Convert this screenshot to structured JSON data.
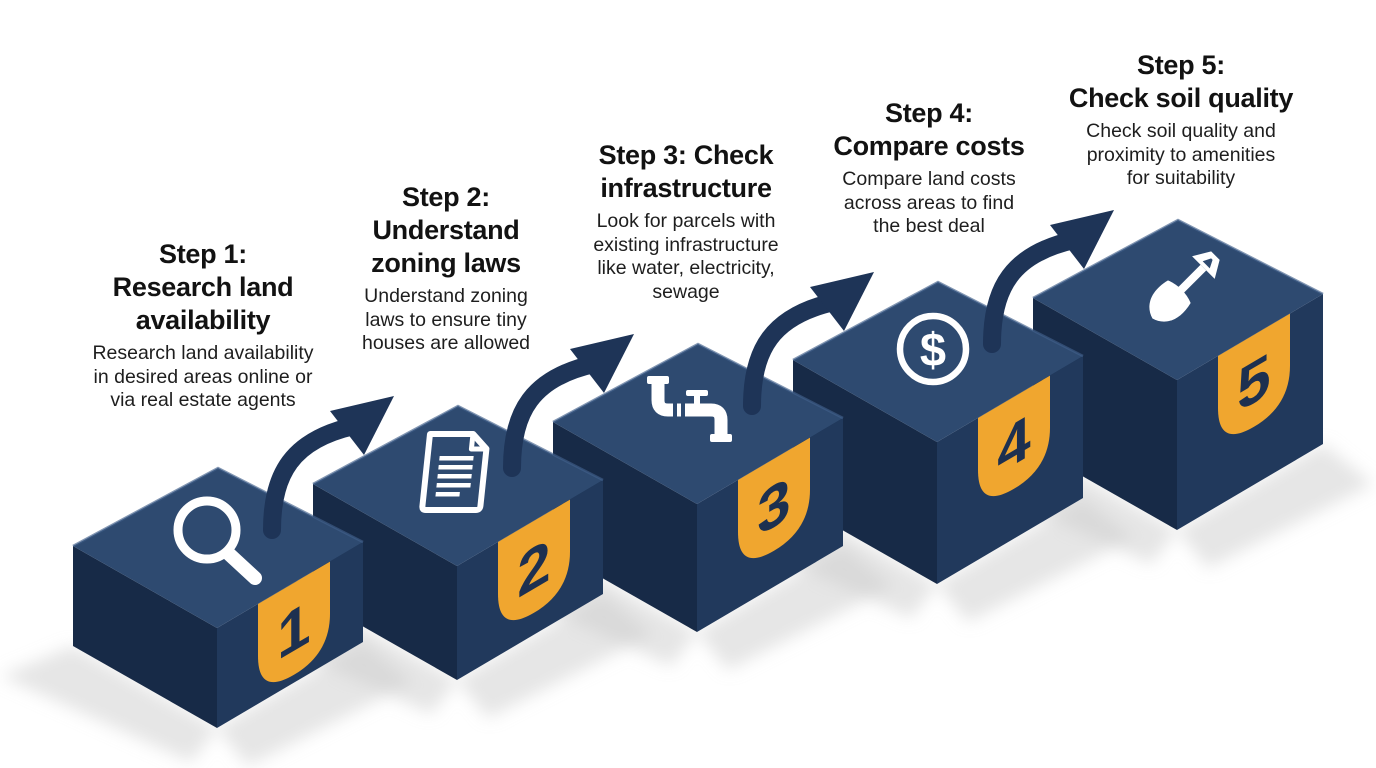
{
  "scene": {
    "colors": {
      "background": "#ffffff",
      "cube_top": "#2e4a70",
      "cube_left": "#172a47",
      "cube_right": "#21395c",
      "badge": "#f0a62f",
      "badge_number": "#1d3050",
      "arrow": "#1e3457",
      "icon": "#ffffff",
      "title_text": "#121212",
      "desc_text": "#1e1e1e",
      "shadow": "#cdcdcd"
    }
  },
  "steps": [
    {
      "number": "1",
      "icon": "magnifier-icon",
      "title_lines": [
        "Step 1:",
        "Research land",
        "availability"
      ],
      "desc_lines": [
        "Research land availability",
        "in desired areas online or",
        "via real estate agents"
      ]
    },
    {
      "number": "2",
      "icon": "document-icon",
      "title_lines": [
        "Step 2:",
        "Understand",
        "zoning laws"
      ],
      "desc_lines": [
        "Understand zoning",
        "laws to ensure tiny",
        "houses are allowed"
      ]
    },
    {
      "number": "3",
      "icon": "pipe-icon",
      "title_lines": [
        "Step 3: Check",
        "infrastructure"
      ],
      "desc_lines": [
        "Look for parcels with",
        "existing infrastructure",
        "like water, electricity,",
        "sewage"
      ]
    },
    {
      "number": "4",
      "icon": "dollar-icon",
      "title_lines": [
        "Step 4:",
        "Compare costs"
      ],
      "desc_lines": [
        "Compare land costs",
        "across areas to find",
        "the best deal"
      ]
    },
    {
      "number": "5",
      "icon": "shovel-icon",
      "title_lines": [
        "Step 5:",
        "Check soil quality"
      ],
      "desc_lines": [
        "Check soil quality and",
        "proximity to amenities",
        "for suitability"
      ]
    }
  ],
  "icon_glyphs": {
    "dollar": "$"
  }
}
